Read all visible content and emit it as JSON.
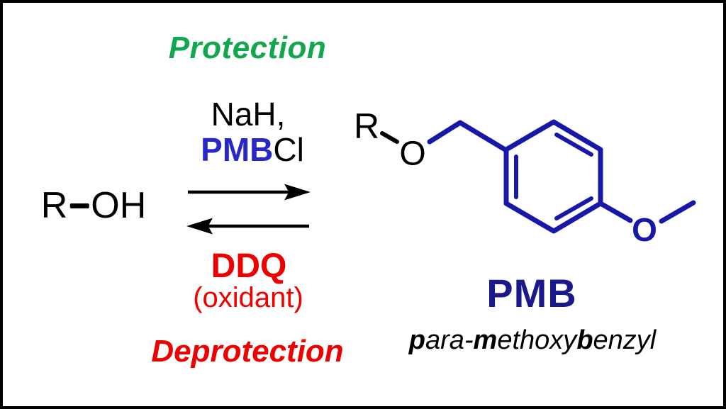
{
  "labels": {
    "protection": "Protection",
    "deprotection": "Deprotection"
  },
  "forward": {
    "reagent_line1": "NaH,",
    "reagent_pmb": "PMB",
    "reagent_cl": "Cl"
  },
  "reverse": {
    "reagent": "DDQ",
    "note": "(oxidant)"
  },
  "substrate": {
    "r": "R",
    "oh": "OH"
  },
  "structure": {
    "r_label": "R",
    "o_ether": "O",
    "o_methoxy": "O"
  },
  "product": {
    "abbrev": "PMB",
    "name_segments": [
      {
        "text": "p",
        "bold": true
      },
      {
        "text": "ara-",
        "bold": false
      },
      {
        "text": "m",
        "bold": true
      },
      {
        "text": "ethoxy",
        "bold": false
      },
      {
        "text": "b",
        "bold": true
      },
      {
        "text": "enzyl",
        "bold": false
      }
    ]
  },
  "colors": {
    "protection_green": "#12A74E",
    "deprotection_red": "#EE0000",
    "reagent_blue": "#2828C8",
    "structure_blue": "#1818A8",
    "title_navy": "#19198C",
    "ink_black": "#000000",
    "background": "#FFFFFF"
  }
}
